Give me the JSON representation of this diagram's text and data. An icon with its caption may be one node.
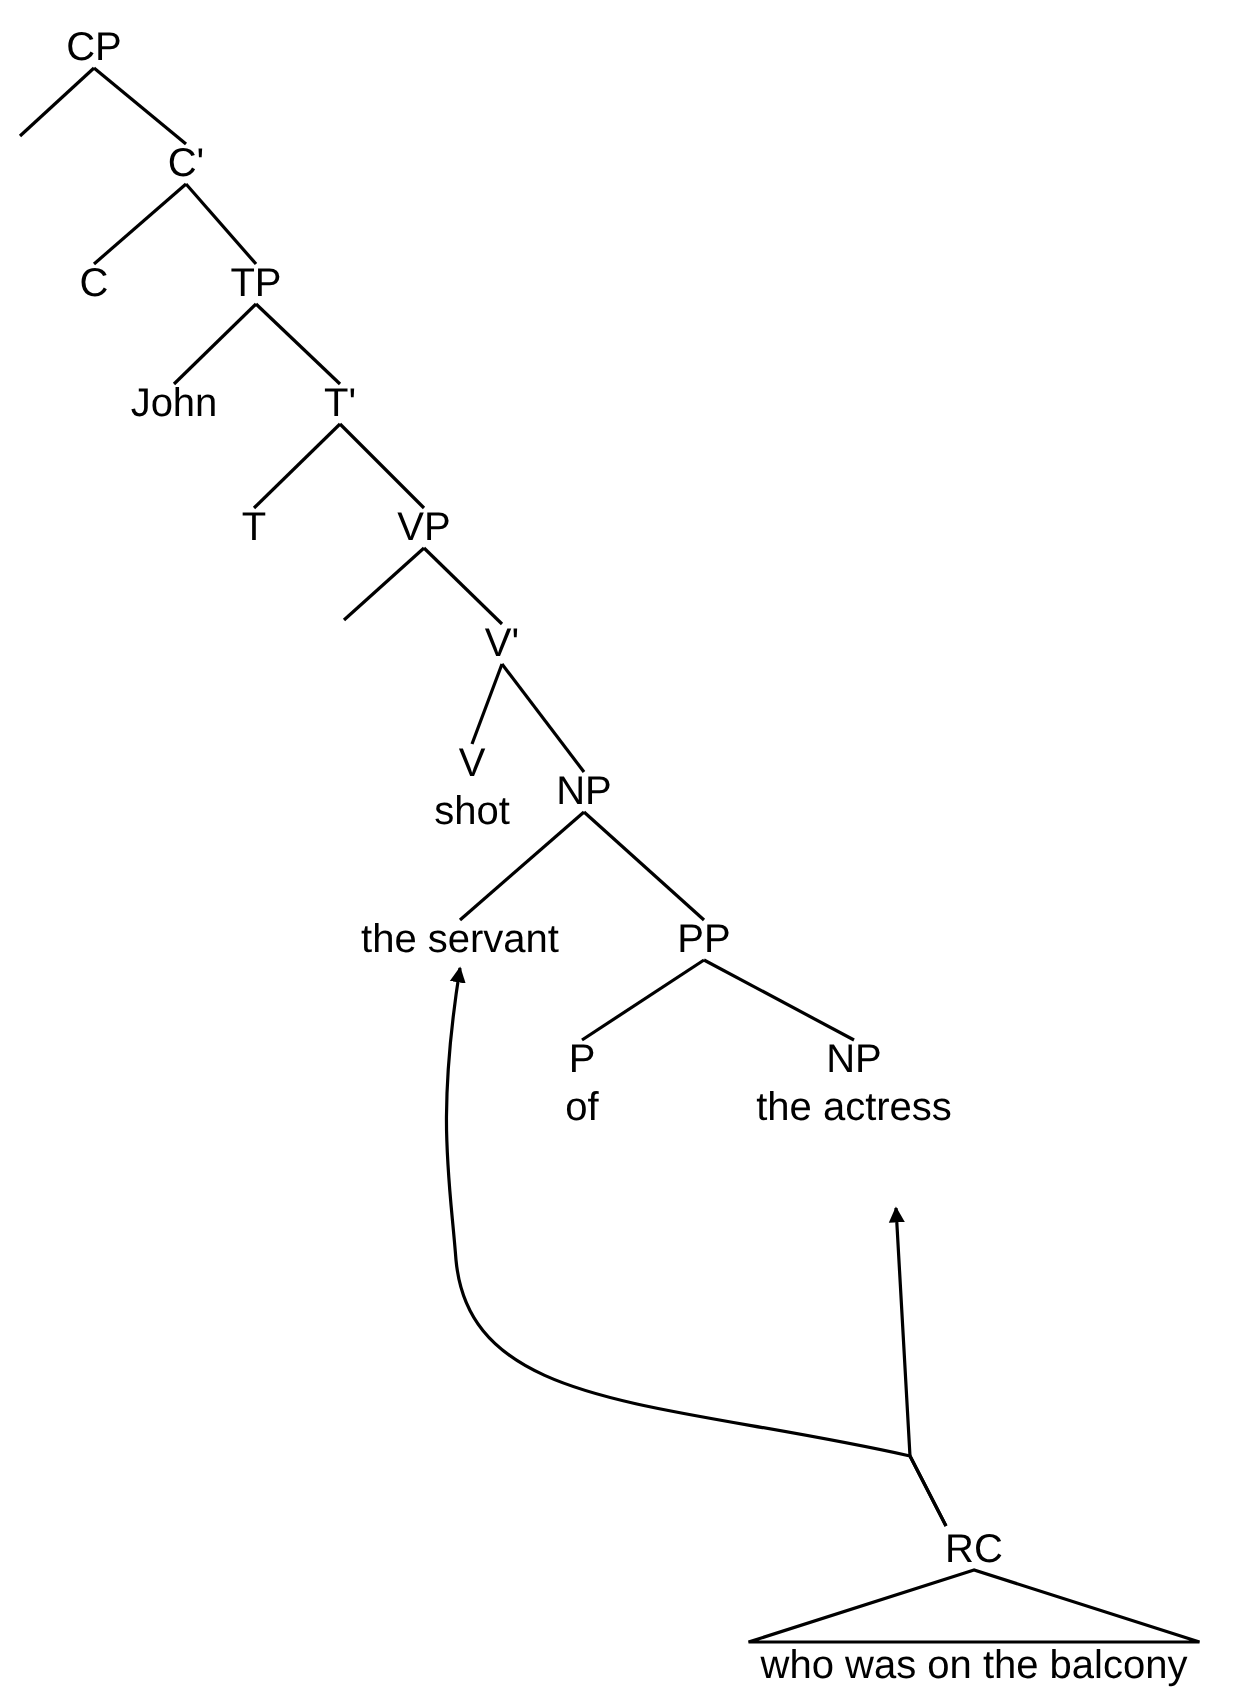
{
  "diagram": {
    "nodes": [
      {
        "text": [
          "CP"
        ]
      },
      {
        "text": [
          "C'"
        ]
      },
      {
        "text": [
          "C"
        ]
      },
      {
        "text": [
          "TP"
        ]
      },
      {
        "text": [
          "John"
        ]
      },
      {
        "text": [
          "T'"
        ]
      },
      {
        "text": [
          "T"
        ]
      },
      {
        "text": [
          "VP"
        ]
      },
      {
        "text": [
          "V'"
        ]
      },
      {
        "text": [
          "V",
          "shot"
        ]
      },
      {
        "text": [
          "NP"
        ]
      },
      {
        "text": [
          "the servant"
        ]
      },
      {
        "text": [
          "PP"
        ]
      },
      {
        "text": [
          "P",
          "of"
        ]
      },
      {
        "text": [
          "NP",
          "the actress"
        ]
      },
      {
        "text": [
          "RC"
        ]
      },
      {
        "text": [
          "who was on the balcony"
        ]
      }
    ],
    "edges": [
      {
        "from": 0,
        "to": null,
        "arrow": "none"
      },
      {
        "from": 0,
        "to": 1,
        "arrow": "none"
      },
      {
        "from": 1,
        "to": 2,
        "arrow": "none"
      },
      {
        "from": 1,
        "to": 3,
        "arrow": "none"
      },
      {
        "from": 3,
        "to": 4,
        "arrow": "none"
      },
      {
        "from": 3,
        "to": 5,
        "arrow": "none"
      },
      {
        "from": 5,
        "to": 6,
        "arrow": "none"
      },
      {
        "from": 5,
        "to": 7,
        "arrow": "none"
      },
      {
        "from": 7,
        "to": null,
        "arrow": "none"
      },
      {
        "from": 7,
        "to": 8,
        "arrow": "none"
      },
      {
        "from": 8,
        "to": 9,
        "arrow": "none"
      },
      {
        "from": 8,
        "to": 10,
        "arrow": "none"
      },
      {
        "from": 10,
        "to": 11,
        "arrow": "none"
      },
      {
        "from": 10,
        "to": 12,
        "arrow": "none"
      },
      {
        "from": 12,
        "to": 13,
        "arrow": "none"
      },
      {
        "from": 12,
        "to": 14,
        "arrow": "none"
      },
      {
        "from": 15,
        "to": 16,
        "arrow": "none"
      },
      {
        "from": 15,
        "to": 11,
        "arrow": "to"
      },
      {
        "from": 15,
        "to": 14,
        "arrow": "to"
      }
    ]
  }
}
